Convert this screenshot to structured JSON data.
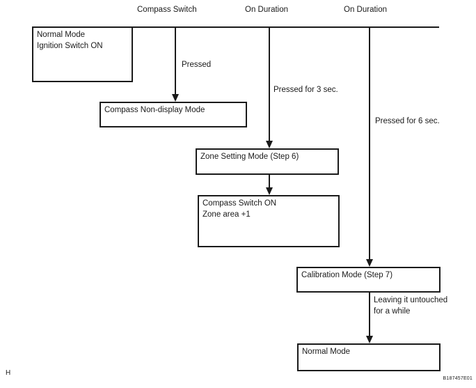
{
  "diagram": {
    "title_context": "Compass switch mode transition flowchart",
    "column_headers": [
      {
        "label": "Compass Switch"
      },
      {
        "label": "On Duration"
      },
      {
        "label": "On Duration"
      }
    ],
    "boxes": {
      "normal_mode_top": {
        "line1": "Normal Mode",
        "line2": "Ignition Switch ON"
      },
      "compass_non_display": {
        "line1": "Compass Non-display Mode"
      },
      "zone_setting": {
        "line1": "Zone Setting Mode (Step 6)"
      },
      "compass_switch_on": {
        "line1": "Compass Switch ON",
        "line2": "Zone area +1"
      },
      "calibration": {
        "line1": "Calibration Mode (Step 7)"
      },
      "normal_mode_bottom": {
        "line1": "Normal Mode"
      }
    },
    "edge_labels": {
      "pressed": "Pressed",
      "pressed_3s": "Pressed for 3 sec.",
      "pressed_6s": "Pressed for 6 sec.",
      "leaving_line1": "Leaving it untouched",
      "leaving_line2": "for a while"
    },
    "footer": {
      "page_marker": "H",
      "figure_code": "B187457E01"
    },
    "colors": {
      "line": "#1a1a1a",
      "background": "#ffffff"
    }
  }
}
